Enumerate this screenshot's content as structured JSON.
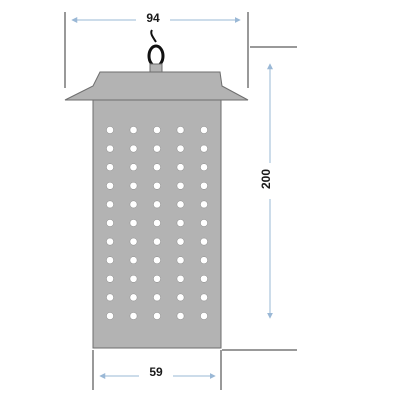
{
  "dimensions": {
    "top_width": "94",
    "bottom_width": "59",
    "height": "200"
  },
  "hole_grid": {
    "columns": 5,
    "rows": 11
  },
  "colors": {
    "body_fill": "#b3b3b3",
    "body_stroke": "#6e6e6e",
    "hole_fill": "#ffffff",
    "dimension_line": "#9ab8d6",
    "extension_line": "#333333",
    "hook": "#111111"
  }
}
